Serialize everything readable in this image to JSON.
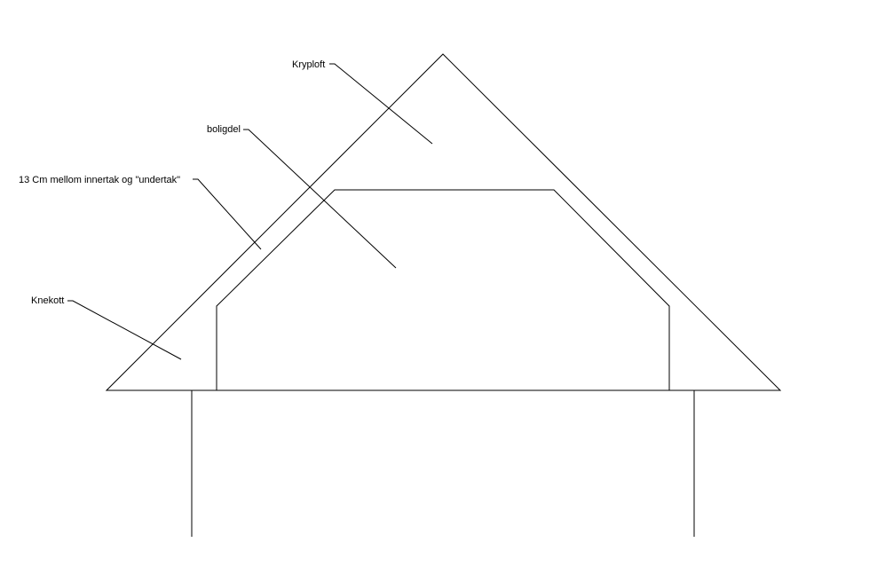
{
  "labels": {
    "kryploft": "Kryploft",
    "boligdel": "boligdel",
    "gap": "13 Cm mellom innertak og \"undertak\"",
    "knekott": "Knekott"
  }
}
